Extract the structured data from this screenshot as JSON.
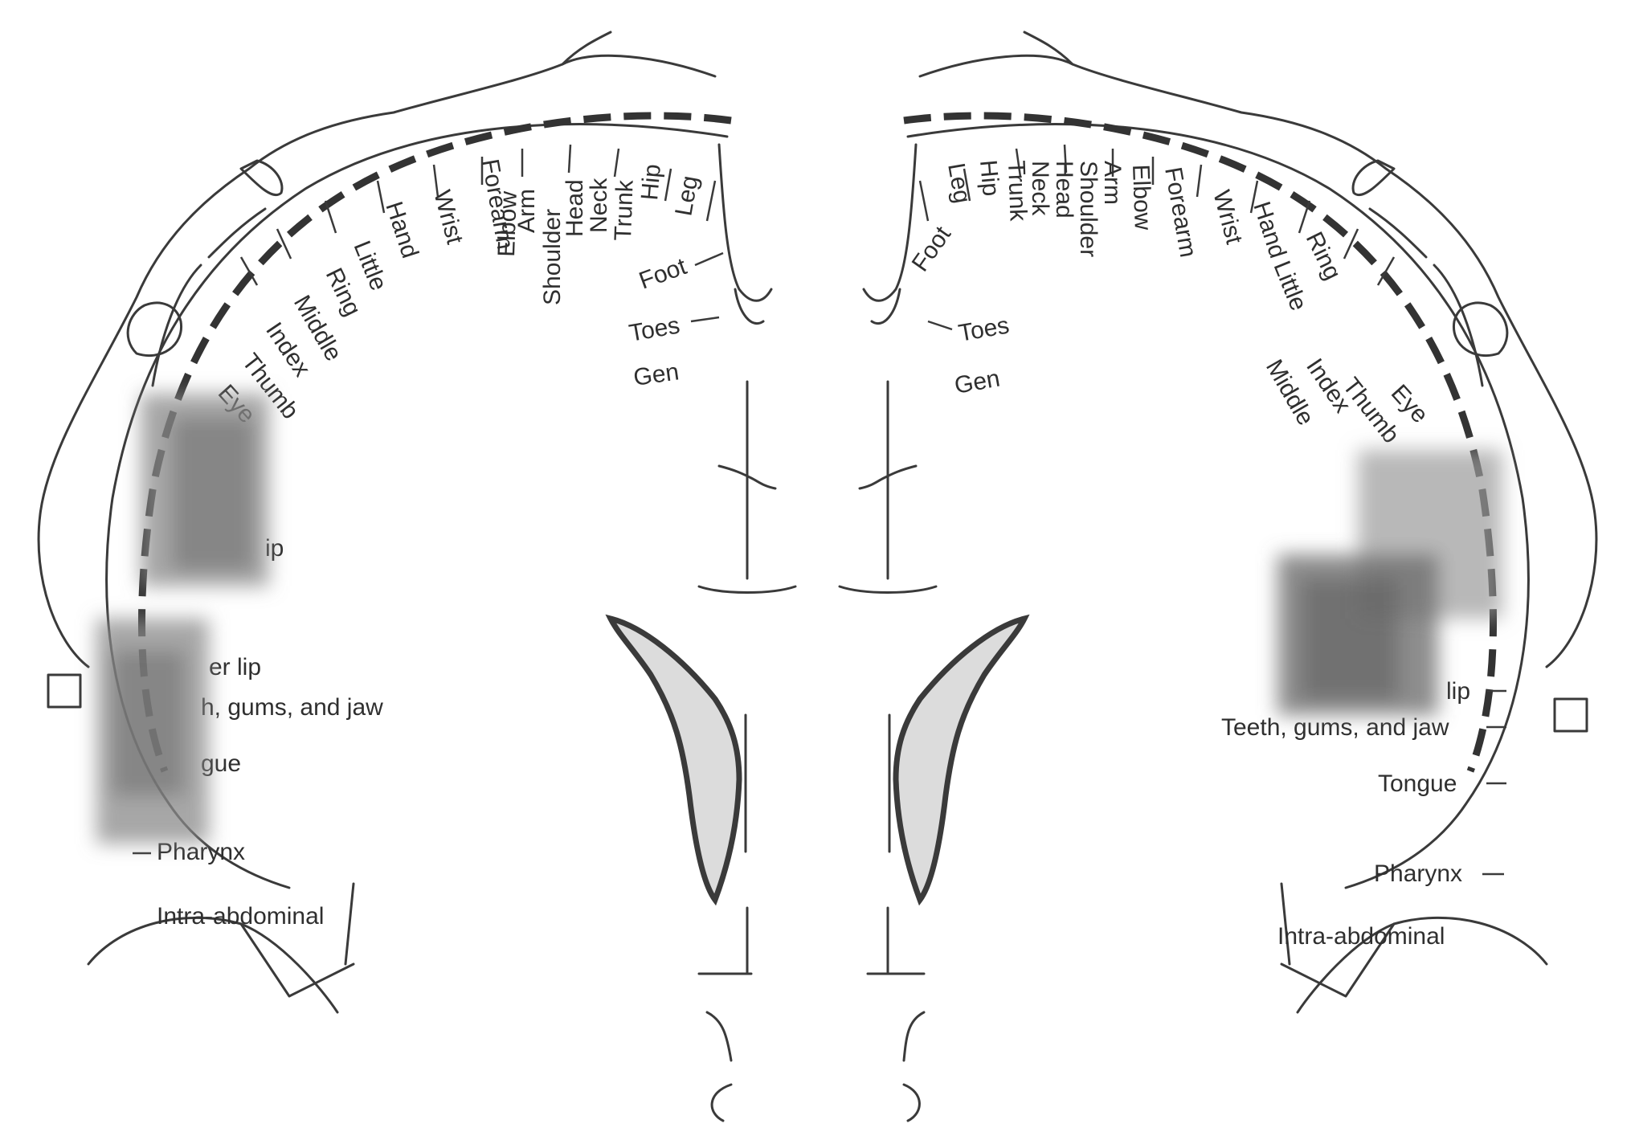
{
  "left_hemisphere": {
    "arc_labels": [
      "Leg",
      "Hip",
      "Trunk",
      "Neck",
      "Head",
      "Shoulder",
      "Arm",
      "Elbow",
      "Forearm",
      "Wrist",
      "Hand",
      "Little",
      "Ring",
      "Middle",
      "Index",
      "Thumb",
      "Eye"
    ],
    "side_labels": {
      "foot": "Foot",
      "toes": "Toes",
      "gen": "Gen",
      "lip_fragment": "ip",
      "lower_lip_fragment": "er lip",
      "teeth_fragment": "h, gums, and jaw",
      "tongue_fragment": "gue",
      "pharynx": "Pharynx",
      "intra_abdominal": "Intra-abdominal"
    }
  },
  "right_hemisphere": {
    "arc_labels": [
      "Leg",
      "Hip",
      "Trunk",
      "Neck",
      "Head",
      "Shoulder",
      "Arm",
      "Elbow",
      "Forearm",
      "Wrist",
      "Hand",
      "Little",
      "Ring",
      "Middle",
      "Index",
      "Thumb",
      "Eye"
    ],
    "side_labels": {
      "foot": "Foot",
      "toes": "Toes",
      "gen": "Gen",
      "lip_fragment": "lip",
      "teeth_fragment": "Teeth, gums, and jaw",
      "tongue": "Tongue",
      "pharynx": "Pharynx",
      "intra_abdominal": "Intra-abdominal"
    }
  },
  "colors": {
    "ink": "#3a3a3a",
    "background": "#ffffff",
    "blur_patch": "#8a8a8a"
  }
}
